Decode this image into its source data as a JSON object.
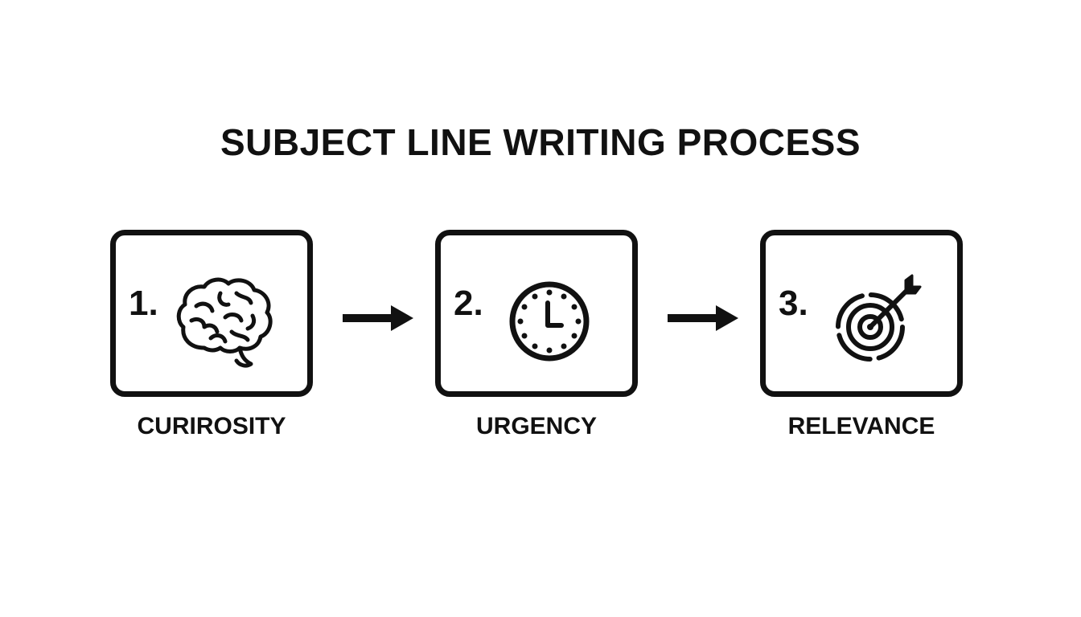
{
  "title": "SUBJECT LINE WRITING PROCESS",
  "steps": [
    {
      "number": "1.",
      "label": "CURIROSITY",
      "icon": "brain-icon"
    },
    {
      "number": "2.",
      "label": "URGENCY",
      "icon": "clock-icon"
    },
    {
      "number": "3.",
      "label": "RELEVANCE",
      "icon": "target-icon"
    }
  ],
  "colors": {
    "ink": "#111111",
    "background": "#ffffff"
  }
}
